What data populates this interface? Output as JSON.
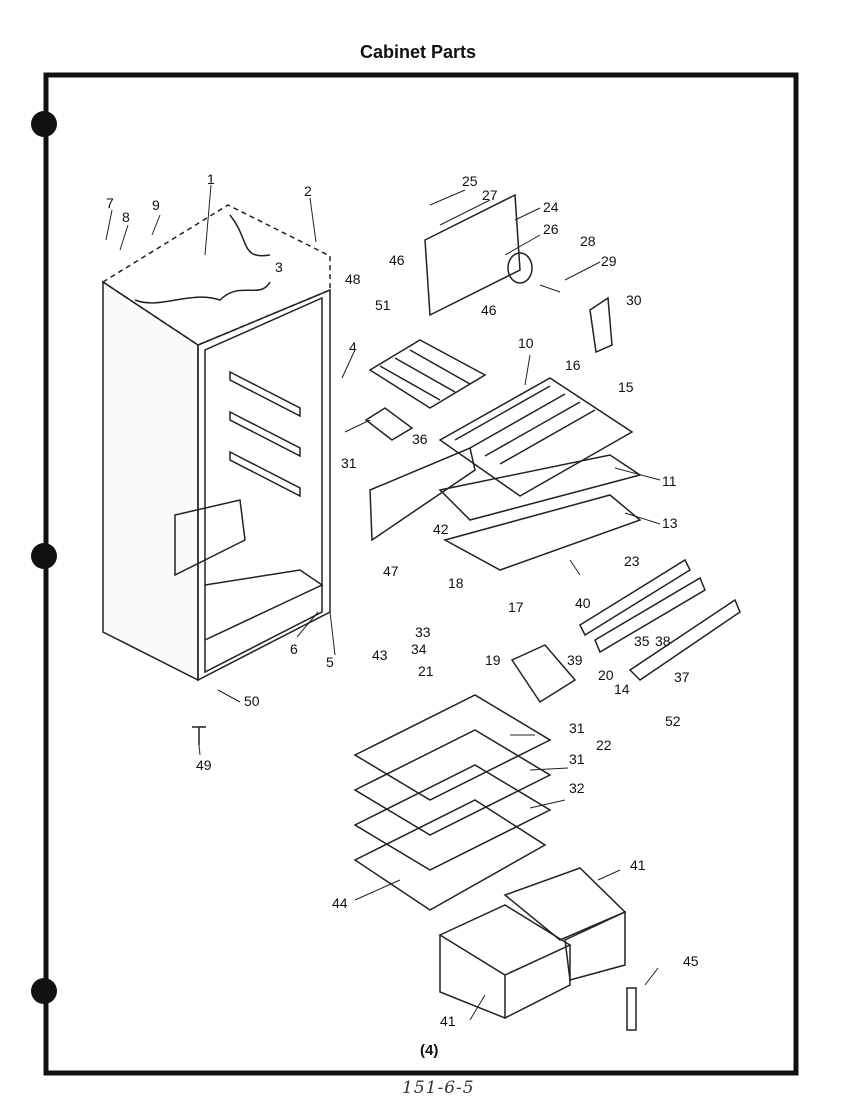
{
  "title": "Cabinet Parts",
  "page_number": "(4)",
  "handwritten_note": "151-6-5",
  "part_labels": [
    "1",
    "2",
    "3",
    "4",
    "5",
    "6",
    "7",
    "8",
    "9",
    "10",
    "11",
    "13",
    "14",
    "15",
    "16",
    "17",
    "18",
    "19",
    "20",
    "21",
    "22",
    "23",
    "24",
    "25",
    "26",
    "27",
    "28",
    "29",
    "30",
    "31",
    "31",
    "31",
    "32",
    "33",
    "34",
    "35",
    "36",
    "37",
    "38",
    "39",
    "40",
    "41",
    "41",
    "42",
    "43",
    "44",
    "45",
    "46",
    "46",
    "47",
    "48",
    "49",
    "50",
    "51",
    "52"
  ]
}
